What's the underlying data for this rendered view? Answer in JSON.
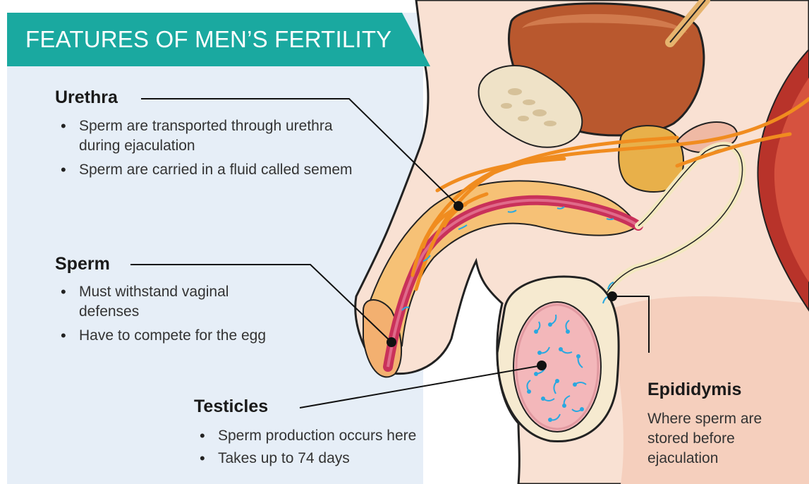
{
  "title": "FEATURES OF MEN’S FERTILITY",
  "colors": {
    "banner": "#1aa9a0",
    "panel": "#e6eef7",
    "skin": "#f9e1d3",
    "penis_tissue": "#f6c176",
    "urethra": "#c9315a",
    "sperm": "#29a8e0",
    "bladder": "#b9582e",
    "nerve": "#f08c1f"
  },
  "labels": {
    "urethra": {
      "heading": "Urethra",
      "points": [
        "Sperm are transported through urethra during ejaculation",
        "Sperm are carried in a fluid called semem"
      ]
    },
    "sperm": {
      "heading": "Sperm",
      "points": [
        "Must withstand vaginal defenses",
        "Have to compete for the egg"
      ]
    },
    "testicles": {
      "heading": "Testicles",
      "points": [
        "Sperm production occurs here",
        "Takes up to 74 days"
      ]
    },
    "epididymis": {
      "heading": "Epididymis",
      "description": "Where sperm are stored before ejaculation"
    }
  }
}
